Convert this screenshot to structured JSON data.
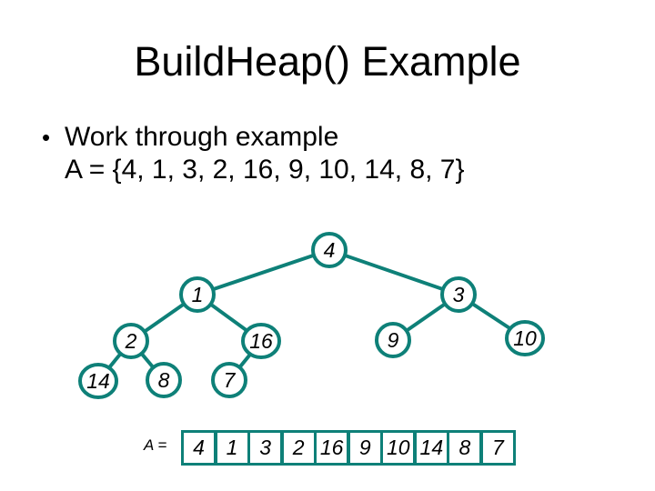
{
  "slide": {
    "title": "BuildHeap() Example",
    "bullet": {
      "marker": "•",
      "line1": "Work through example",
      "line2": "A = {4, 1, 3, 2, 16, 9, 10, 14, 8, 7}"
    }
  },
  "tree": {
    "type": "binary-heap-tree",
    "nodes": [
      {
        "value": "4"
      },
      {
        "value": "1"
      },
      {
        "value": "3"
      },
      {
        "value": "2"
      },
      {
        "value": "16"
      },
      {
        "value": "9"
      },
      {
        "value": "10"
      },
      {
        "value": "14"
      },
      {
        "value": "8"
      },
      {
        "value": "7"
      }
    ],
    "edges": [
      [
        "4",
        "1"
      ],
      [
        "4",
        "3"
      ],
      [
        "1",
        "2"
      ],
      [
        "1",
        "16"
      ],
      [
        "3",
        "9"
      ],
      [
        "3",
        "10"
      ],
      [
        "2",
        "14"
      ],
      [
        "2",
        "8"
      ],
      [
        "16",
        "7"
      ]
    ]
  },
  "array": {
    "label": "A =",
    "values": [
      "4",
      "1",
      "3",
      "2",
      "16",
      "9",
      "10",
      "14",
      "8",
      "7"
    ]
  },
  "colors": {
    "accent_teal": "#0E8078",
    "text": "#000000",
    "background": "#ffffff"
  }
}
